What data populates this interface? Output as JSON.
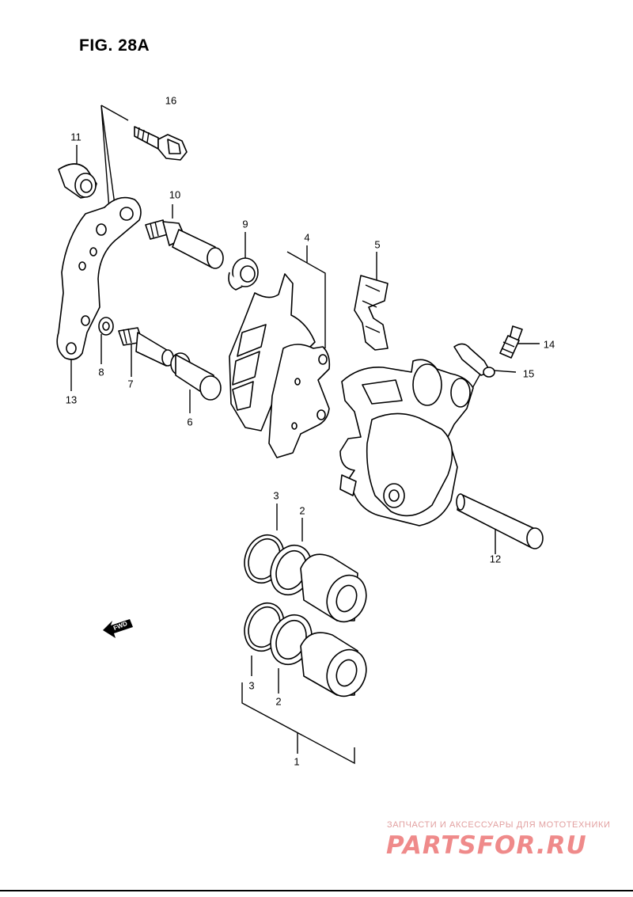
{
  "figure": {
    "title": "FIG. 28A"
  },
  "callouts": {
    "p1": "1",
    "p2a": "2",
    "p2b": "2",
    "p3a": "3",
    "p3b": "3",
    "p4": "4",
    "p5": "5",
    "p6": "6",
    "p7": "7",
    "p8": "8",
    "p9": "9",
    "p10": "10",
    "p11": "11",
    "p12": "12",
    "p13": "13",
    "p14": "14",
    "p15": "15",
    "p16": "16"
  },
  "direction_marker": {
    "label": "FWD",
    "icon": "forward-arrow-icon"
  },
  "watermark": {
    "tagline": "ЗАПЧАСТИ И АКСЕССУАРЫ ДЛЯ МОТОТЕХНИКИ",
    "logo_text": "PARTSFOR.RU",
    "color": "#ef8a8a"
  }
}
